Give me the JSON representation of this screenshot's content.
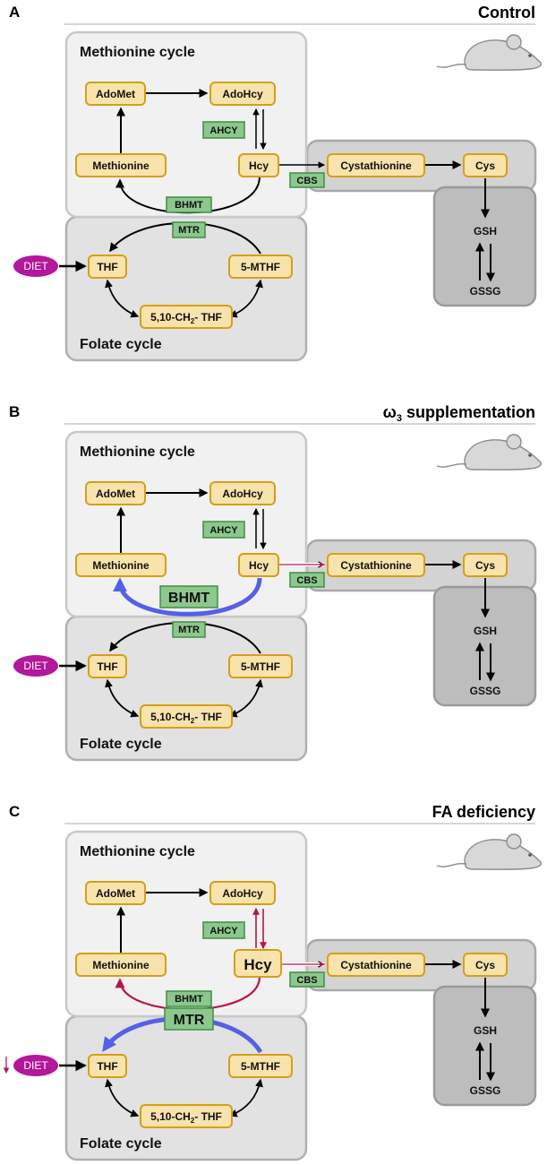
{
  "panels": [
    {
      "letter": "A",
      "title": "Control",
      "title_sub": "",
      "title_post": "",
      "methionine_cycle": "Methionine cycle",
      "folate_cycle": "Folate cycle",
      "nodes": {
        "adomet": "AdoMet",
        "adohcy": "AdoHcy",
        "methionine": "Methionine",
        "hcy": "Hcy",
        "cystathionine": "Cystathionine",
        "cys": "Cys",
        "thf": "THF",
        "mthf": "5-MTHF",
        "ch2thf_pre": "5,10-CH",
        "ch2thf_sub": "2",
        "ch2thf_post": "- THF",
        "gsh": "GSH",
        "gssg": "GSSG"
      },
      "enzymes": {
        "ahcy": "AHCY",
        "cbs": "CBS",
        "bhmt": "BHMT",
        "mtr": "MTR"
      },
      "diet": "DIET"
    },
    {
      "letter": "B",
      "title": "ω",
      "title_sub": "3",
      "title_post": " supplementation",
      "methionine_cycle": "Methionine cycle",
      "folate_cycle": "Folate cycle",
      "nodes": {
        "adomet": "AdoMet",
        "adohcy": "AdoHcy",
        "methionine": "Methionine",
        "hcy": "Hcy",
        "cystathionine": "Cystathionine",
        "cys": "Cys",
        "thf": "THF",
        "mthf": "5-MTHF",
        "ch2thf_pre": "5,10-CH",
        "ch2thf_sub": "2",
        "ch2thf_post": "- THF",
        "gsh": "GSH",
        "gssg": "GSSG"
      },
      "enzymes": {
        "ahcy": "AHCY",
        "cbs": "CBS",
        "bhmt": "BHMT",
        "mtr": "MTR"
      },
      "diet": "DIET"
    },
    {
      "letter": "C",
      "title": "FA deficiency",
      "title_sub": "",
      "title_post": "",
      "methionine_cycle": "Methionine cycle",
      "folate_cycle": "Folate cycle",
      "nodes": {
        "adomet": "AdoMet",
        "adohcy": "AdoHcy",
        "methionine": "Methionine",
        "hcy": "Hcy",
        "cystathionine": "Cystathionine",
        "cys": "Cys",
        "thf": "THF",
        "mthf": "5-MTHF",
        "ch2thf_pre": "5,10-CH",
        "ch2thf_sub": "2",
        "ch2thf_post": "- THF",
        "gsh": "GSH",
        "gssg": "GSSG"
      },
      "enzymes": {
        "ahcy": "AHCY",
        "cbs": "CBS",
        "bhmt": "BHMT",
        "mtr": "MTR"
      },
      "diet": "DIET"
    }
  ],
  "colors": {
    "node_fill": "#f9e3ac",
    "node_stroke": "#d4a017",
    "enzyme_fill": "#8cc78e",
    "enzyme_stroke": "#3f8f43",
    "diet_fill": "#b3179a",
    "blue_arrow": "#5560e6",
    "crimson_arrow": "#b3154f",
    "methionine_box": "#f1f1f1",
    "folate_box": "#e2e2e2",
    "trans_box": "#d3d3d3",
    "gsh_box": "#bdbdbd",
    "mouse_fill": "#d8d8d8"
  },
  "icons": [
    "mouse-icon",
    "arrow-icon"
  ]
}
